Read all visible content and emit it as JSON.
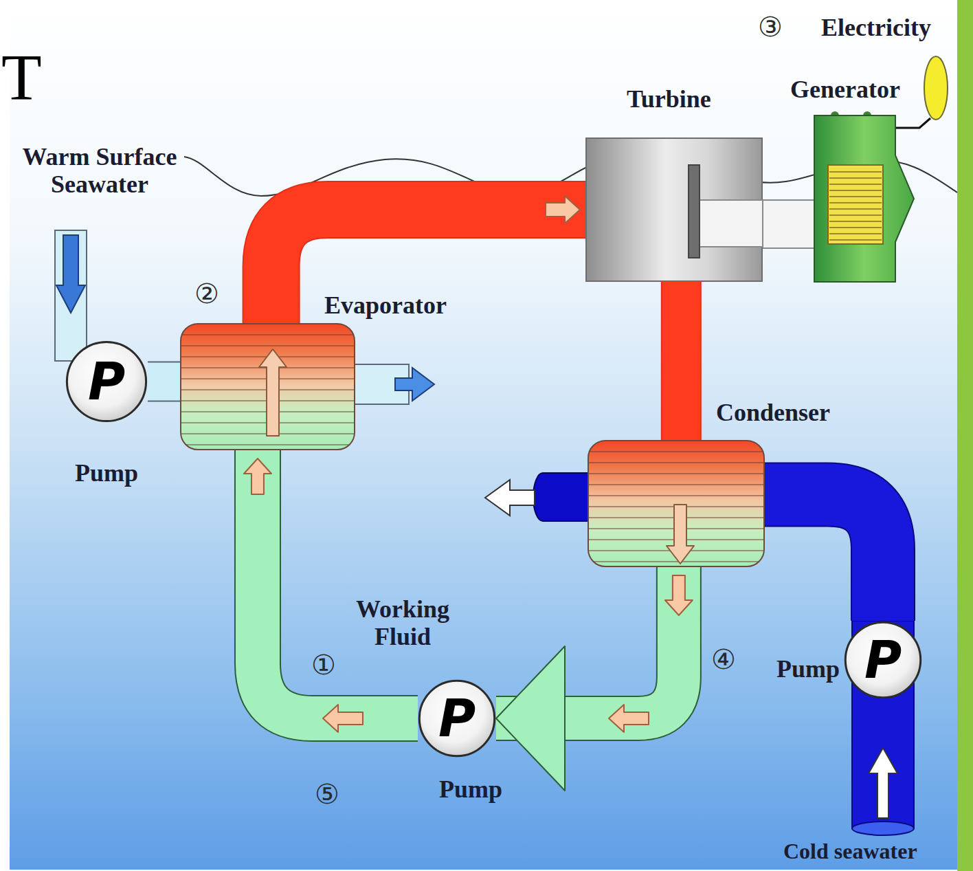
{
  "diagram": {
    "nodes": [
      {
        "text": [
          "P",
          "Pump"
        ]
      },
      {
        "text": [
          "Evaporator"
        ]
      },
      {
        "text": [
          "Turbine"
        ]
      },
      {
        "text": [
          "Generator"
        ]
      },
      {
        "text": [
          "Condenser"
        ]
      },
      {
        "text": [
          "P",
          "Pump"
        ]
      },
      {
        "text": [
          "P",
          "Pump"
        ]
      }
    ],
    "edges": [
      {
        "from": 0,
        "to": 1,
        "arrow": "none"
      },
      {
        "from": 1,
        "to": 2,
        "arrow": "to"
      },
      {
        "from": 2,
        "to": 4,
        "arrow": "none"
      },
      {
        "from": 2,
        "to": 3,
        "arrow": "none"
      },
      {
        "from": 4,
        "to": 5,
        "arrow": "to"
      },
      {
        "from": 5,
        "to": 1,
        "arrow": "to"
      },
      {
        "from": 6,
        "to": 4,
        "arrow": "none"
      }
    ],
    "labels": [
      "T",
      "③",
      "Electricity",
      "Warm Surface Seawater",
      "②",
      "Working Fluid",
      "①",
      "④",
      "⑤",
      "Cold seawater"
    ]
  }
}
